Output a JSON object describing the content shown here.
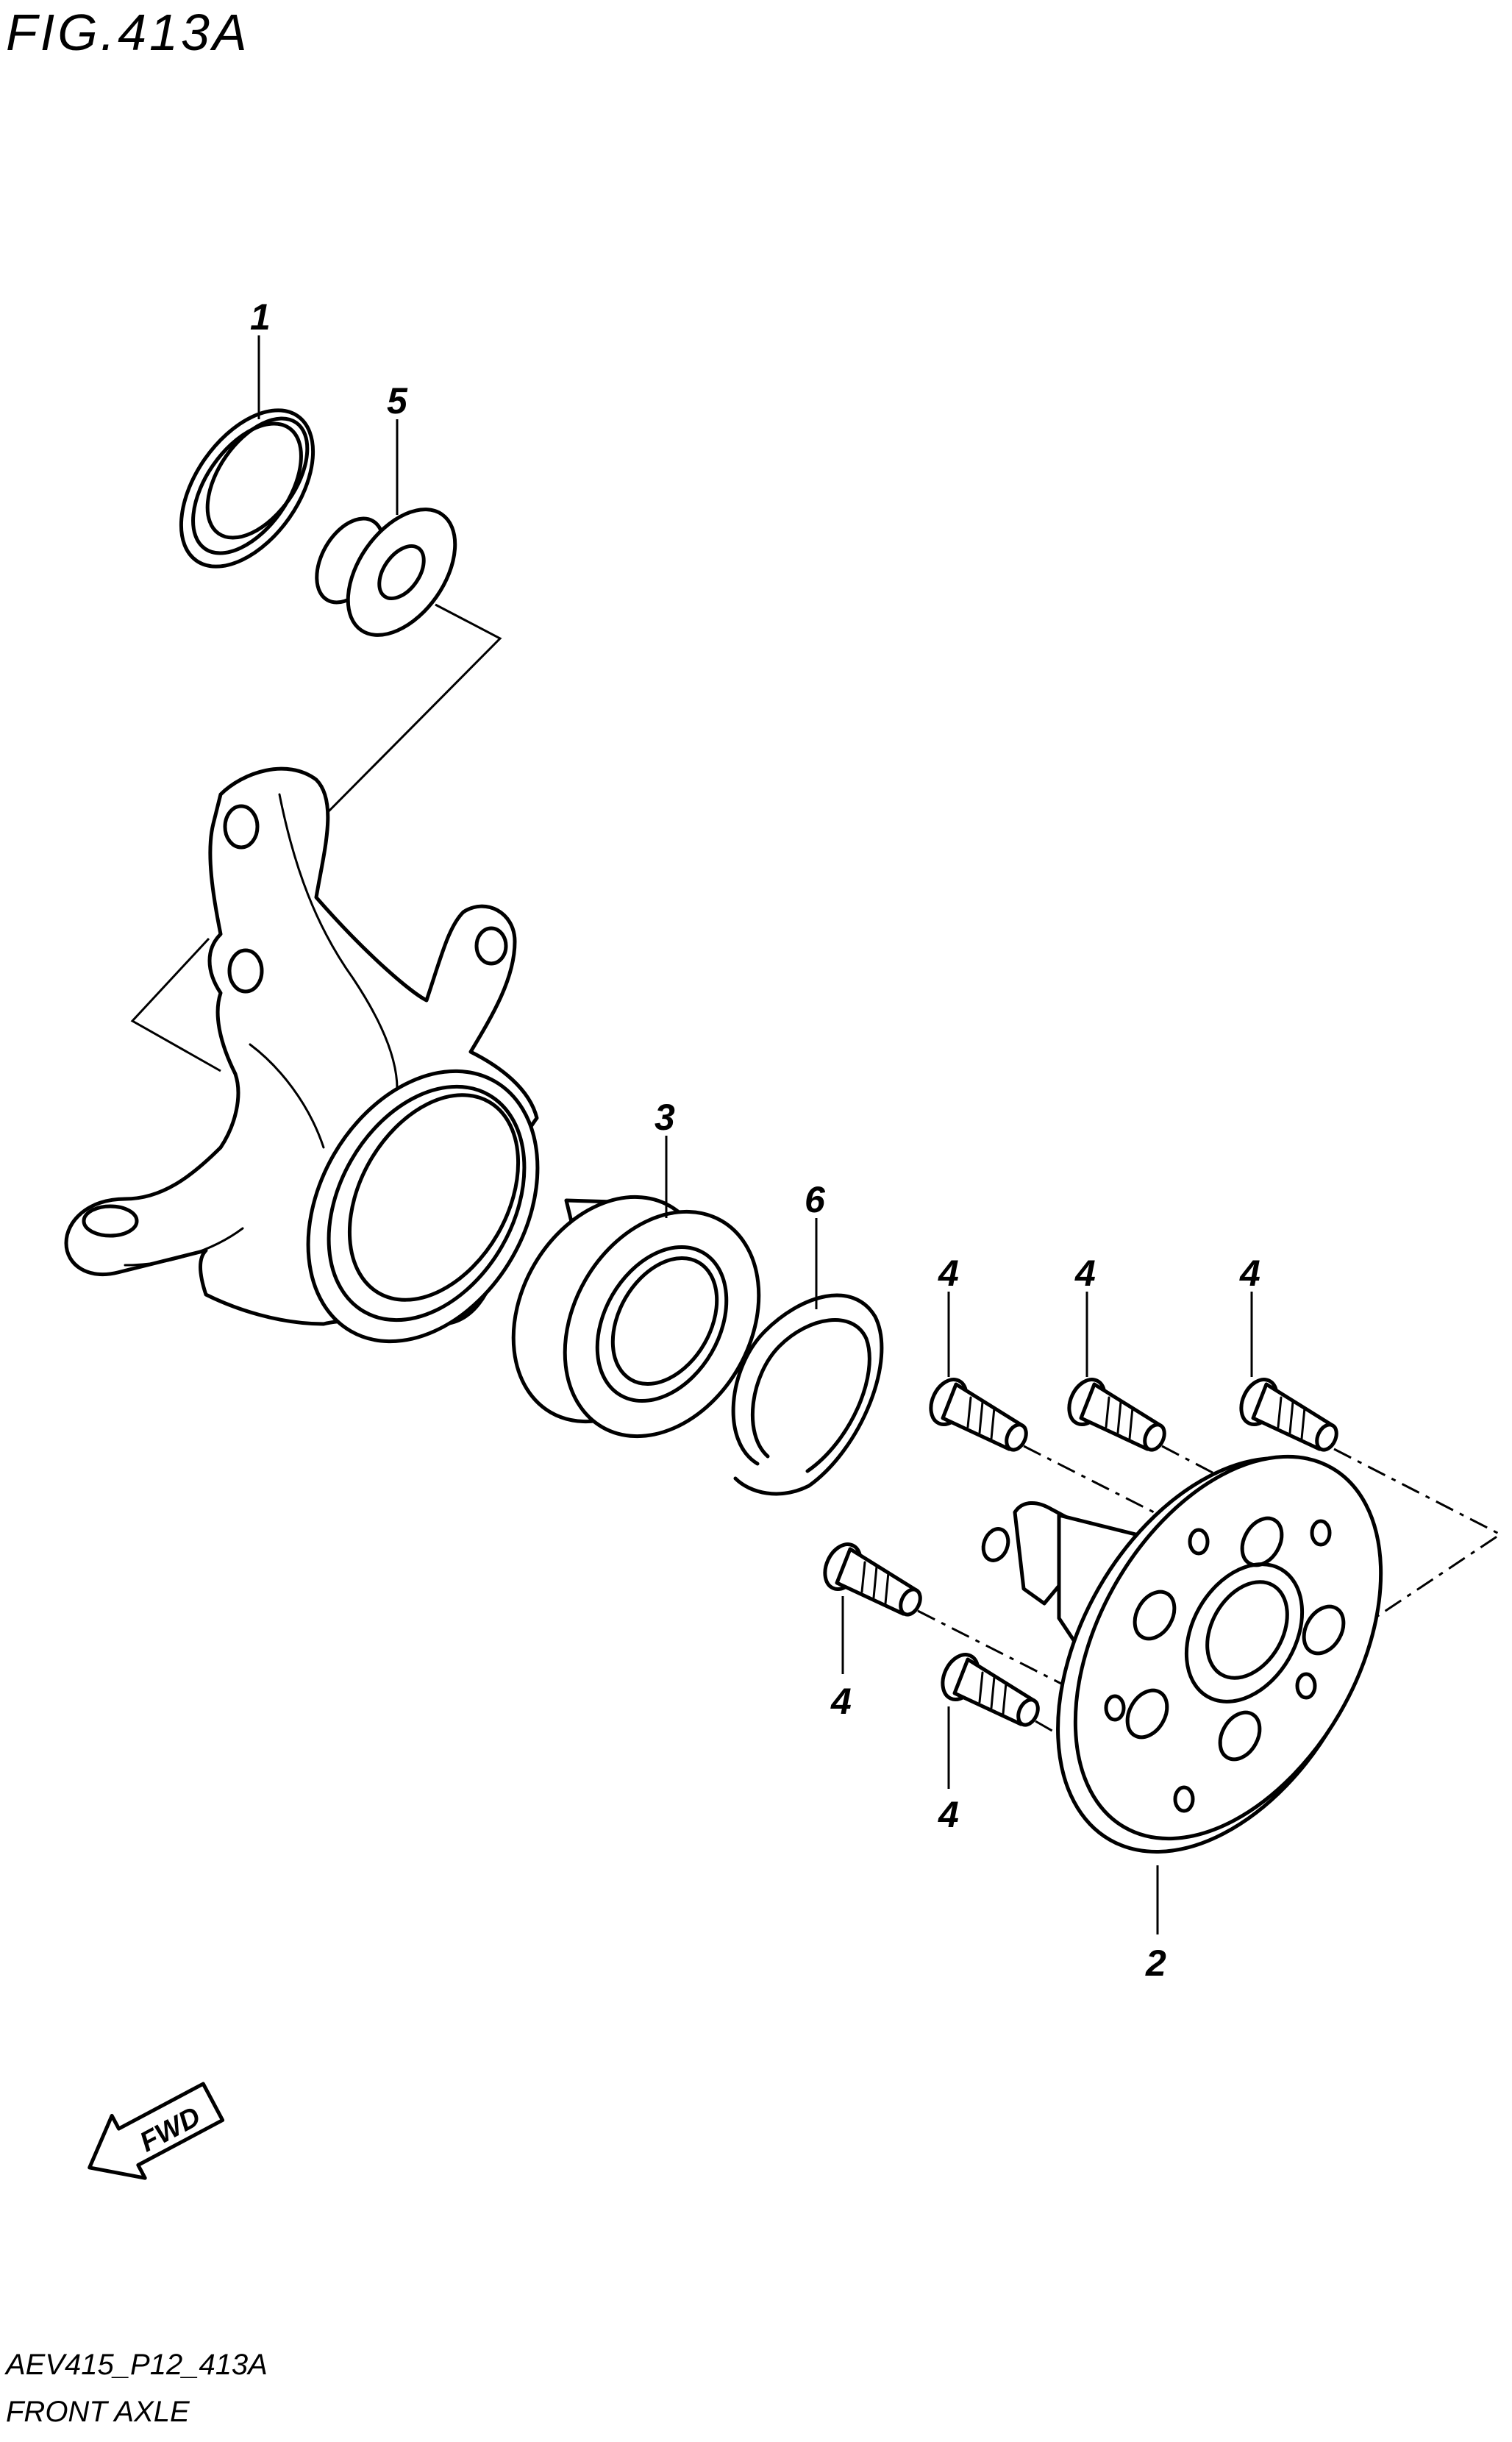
{
  "figure": {
    "title": "FIG.413A",
    "code": "AEV415_P12_413A",
    "name": "FRONT AXLE",
    "direction_arrow": "FWD"
  },
  "callouts": [
    {
      "id": "c1",
      "label": "1"
    },
    {
      "id": "c5",
      "label": "5"
    },
    {
      "id": "c3",
      "label": "3"
    },
    {
      "id": "c6",
      "label": "6"
    },
    {
      "id": "c4a",
      "label": "4"
    },
    {
      "id": "c4b",
      "label": "4"
    },
    {
      "id": "c4c",
      "label": "4"
    },
    {
      "id": "c4d",
      "label": "4"
    },
    {
      "id": "c4e",
      "label": "4"
    },
    {
      "id": "c2",
      "label": "2"
    }
  ],
  "colors": {
    "ink": "#000000",
    "paper": "#ffffff"
  }
}
